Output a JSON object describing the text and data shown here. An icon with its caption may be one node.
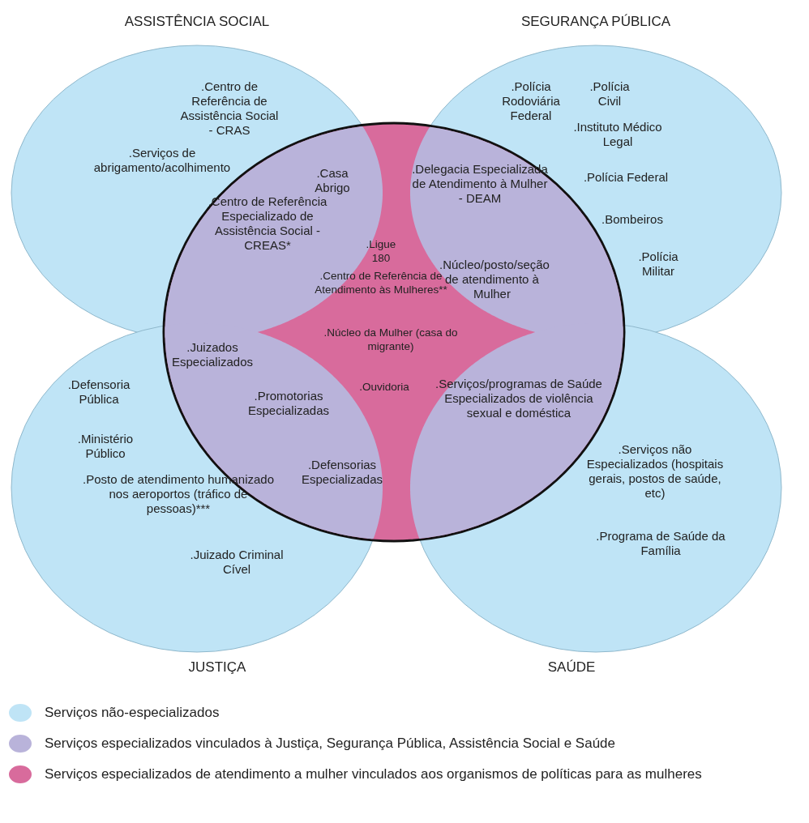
{
  "diagram": {
    "nodes": [
      {
        "text": [
          "ASSISTÊNCIA SOCIAL",
          ".Centro de Referência de Assistência Social - CRAS",
          ".Serviços de abrigamento/acolhimento"
        ]
      },
      {
        "text": [
          "SEGURANÇA PÚBLICA",
          ".Polícia Rodoviária Federal",
          ".Polícia Civil",
          ".Instituto Médico Legal",
          ".Polícia Federal",
          ".Bombeiros",
          ".Polícia Militar"
        ]
      },
      {
        "text": [
          ".Defensoria Pública",
          ".Ministério Público",
          ".Posto de atendimento humanizado nos aeroportos (tráfico de pessoas)***",
          ".Juizado Criminal Cível",
          "JUSTIÇA"
        ]
      },
      {
        "text": [
          ".Serviços não Especializados (hospitais gerais, postos de saúde, etc)",
          ".Programa de Saúde da Família",
          "SAÚDE"
        ]
      },
      {
        "text": [
          ".Ligue 180",
          ".Centro de Referência de Atendimento às Mulheres**",
          ".Núcleo da Mulher (casa do migrante)",
          ".Ouvidoria"
        ]
      }
    ],
    "labels": [
      ".Casa Abrigo",
      ".Centro de Referência Especializado de Assistência Social - CREAS*",
      ".Delegacia Especializada de Atendimento à Mulher - DEAM",
      ".Núcleo/posto/seção de atendimento à Mulher",
      ".Juizados Especializados",
      ".Promotorias Especializadas",
      ".Defensorias Especializadas",
      ".Serviços/programas de Saúde Especializados de violência sexual e doméstica"
    ],
    "legend": [
      {
        "text": "Serviços não-especializados",
        "color": "#bfe4f6"
      },
      {
        "text": "Serviços especializados vinculados à Justiça, Segurança Pública, Assistência Social e Saúde",
        "color": "#b9b3da"
      },
      {
        "text": "Serviços especializados de atendimento a mulher vinculados aos organismos de políticas para as mulheres",
        "color": "#d86b9c"
      }
    ]
  }
}
